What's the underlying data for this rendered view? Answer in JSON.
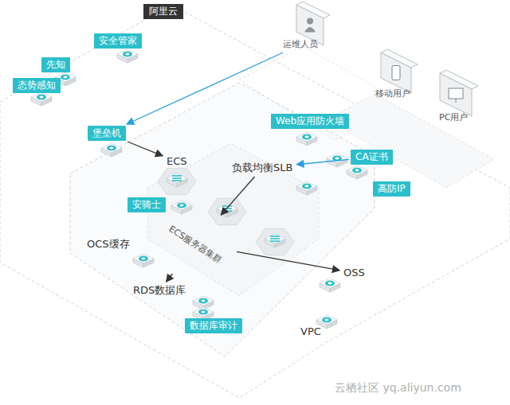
{
  "diagram": {
    "nodes": [
      {
        "text": [
          "安全管家"
        ]
      },
      {
        "text": [
          "先知"
        ]
      },
      {
        "text": [
          "态势感知"
        ]
      },
      {
        "text": [
          "运维人员"
        ]
      },
      {
        "text": [
          "移动用户"
        ]
      },
      {
        "text": [
          "PC用户"
        ]
      },
      {
        "text": [
          "Web应用防火墙"
        ]
      },
      {
        "text": [
          "堡垒机"
        ]
      },
      {
        "text": [
          "ECS"
        ]
      },
      {
        "text": [
          "负载均衡SLB"
        ]
      },
      {
        "text": [
          "CA证书"
        ]
      },
      {
        "text": [
          "高防IP"
        ]
      },
      {
        "text": [
          "安骑士"
        ]
      },
      {
        "text": [
          "ECS服务器集群"
        ]
      },
      {
        "text": [
          "OCS缓存"
        ]
      },
      {
        "text": [
          "RDS数据库"
        ]
      },
      {
        "text": [
          "OSS"
        ]
      },
      {
        "text": [
          "数据库审计"
        ]
      },
      {
        "text": [
          "VPC"
        ]
      }
    ],
    "edges": [
      {
        "from": 3,
        "to": 7,
        "arrow": "to"
      },
      {
        "from": 7,
        "to": 8,
        "arrow": "to"
      },
      {
        "from": 10,
        "to": 9,
        "arrow": "to"
      },
      {
        "from": 9,
        "to": 13,
        "arrow": "to"
      },
      {
        "from": 13,
        "to": 15,
        "arrow": "to"
      },
      {
        "from": 13,
        "to": 16,
        "arrow": "to"
      }
    ],
    "labels": [
      "阿里云",
      "云栖社区 yq.aliyun.com"
    ]
  }
}
